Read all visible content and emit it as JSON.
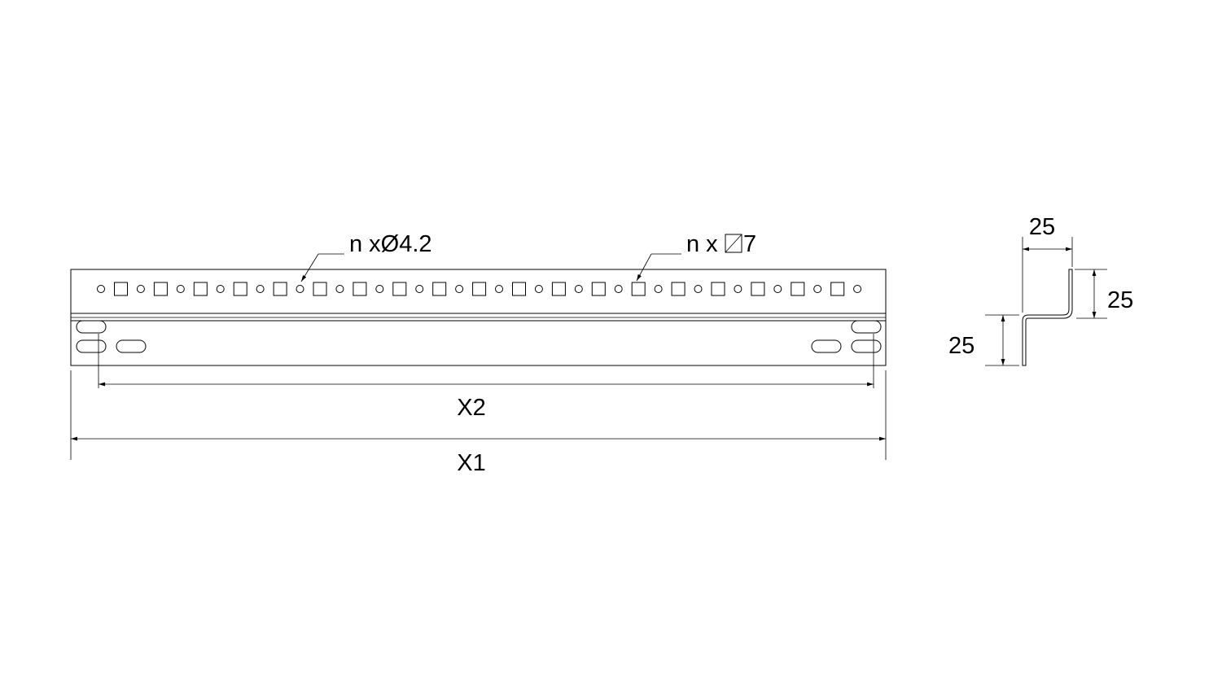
{
  "front_view": {
    "round_hole_callout": "n xØ4.2",
    "square_hole_callout": "n x",
    "square_hole_size": "7",
    "dimension_x2": "X2",
    "dimension_x1": "X1"
  },
  "side_view": {
    "width_top": "25",
    "height_right": "25",
    "height_left": "25"
  },
  "colors": {
    "line": "#000000",
    "background": "#ffffff"
  },
  "icons": {
    "square_symbol": "square-outline-icon"
  }
}
